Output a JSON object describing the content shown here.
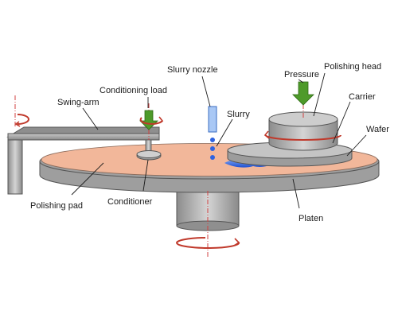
{
  "labels": {
    "swing_arm": "Swing-arm",
    "conditioning_load": "Conditioning load",
    "slurry_nozzle": "Slurry nozzle",
    "slurry": "Slurry",
    "pressure": "Pressure",
    "polishing_head": "Polishing head",
    "carrier": "Carrier",
    "wafer": "Wafer",
    "polishing_pad": "Polishing pad",
    "conditioner": "Conditioner",
    "platen": "Platen"
  },
  "colors": {
    "pad": "#f2b79a",
    "metal_light": "#d6d6d6",
    "metal_mid": "#a8a8a8",
    "metal_dark": "#6f6f6f",
    "load_arrow": "#4e9a2a",
    "rotation_arrow": "#c0392b",
    "slurry": "#2f63e0",
    "nozzle": "#a9c8f5",
    "axis_line": "#d04040"
  },
  "icons": {
    "rotation": "curved-rotation-arrow-icon",
    "force": "down-arrow-icon"
  }
}
